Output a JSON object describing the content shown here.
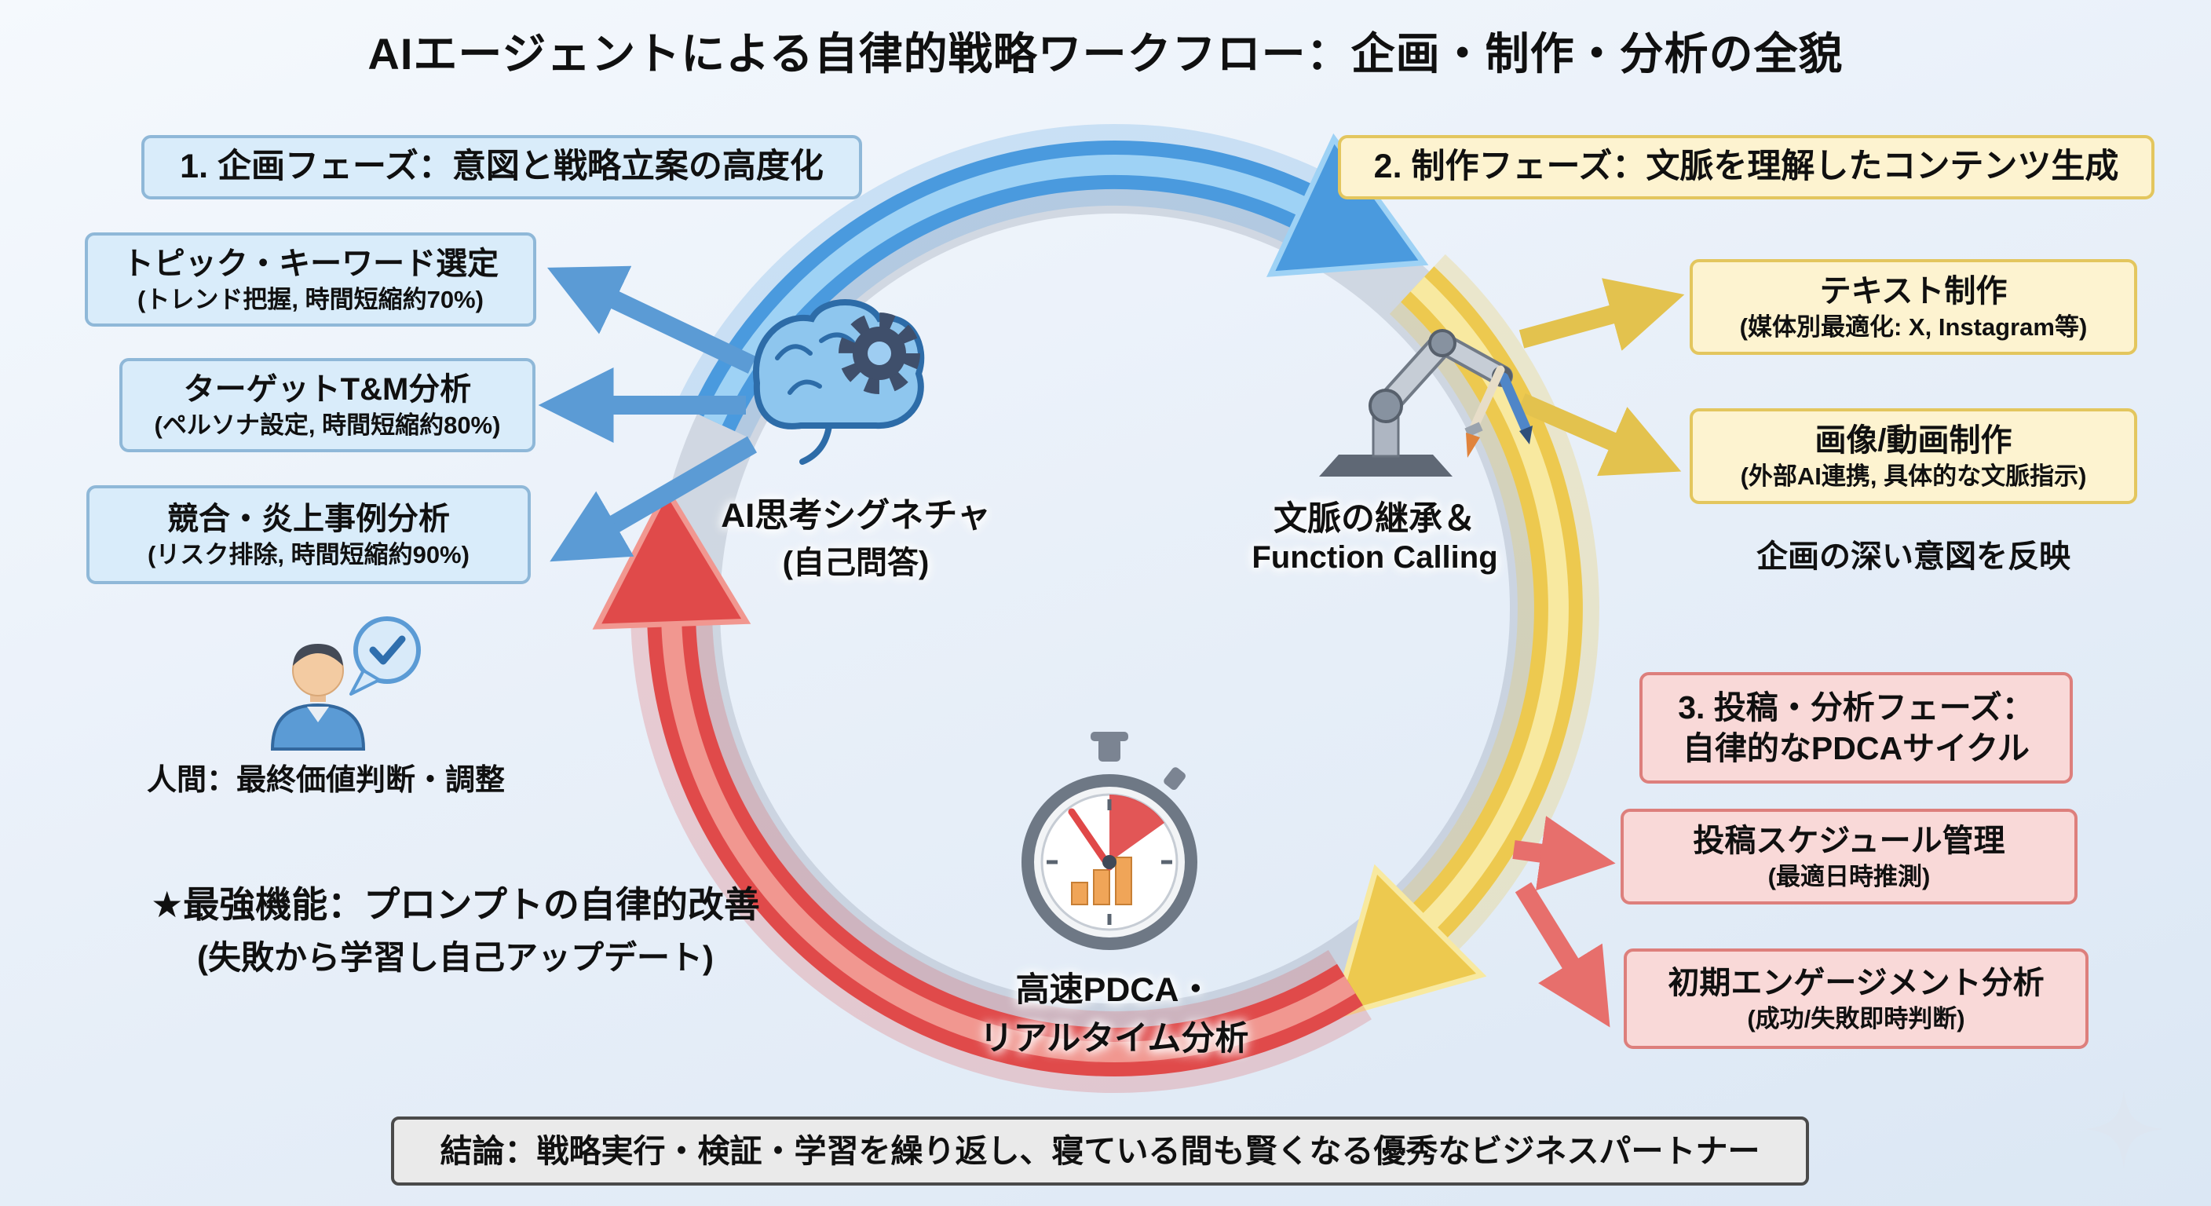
{
  "title": "AIエージェントによる自律的戦略ワークフロー：企画・制作・分析の全貌",
  "phase1": {
    "header": "1. 企画フェーズ：意図と戦略立案の高度化",
    "boxes": [
      {
        "title": "トピック・キーワード選定",
        "subtitle": "(トレンド把握, 時間短縮約70%)"
      },
      {
        "title": "ターゲットT&M分析",
        "subtitle": "(ペルソナ設定, 時間短縮約80%)"
      },
      {
        "title": "競合・炎上事例分析",
        "subtitle": "(リスク排除, 時間短縮約90%)"
      }
    ],
    "human_label": "人間：最終価値判断・調整",
    "star_line1": "★最強機能：プロンプトの自律的改善",
    "star_line2": "(失敗から学習し自己アップデート)"
  },
  "phase2": {
    "header": "2. 制作フェーズ：文脈を理解したコンテンツ生成",
    "boxes": [
      {
        "title": "テキスト制作",
        "subtitle": "(媒体別最適化: X, Instagram等)"
      },
      {
        "title": "画像/動画制作",
        "subtitle": "(外部AI連携, 具体的な文脈指示)"
      }
    ],
    "note": "企画の深い意図を反映"
  },
  "phase3": {
    "header_line1": "3. 投稿・分析フェーズ：",
    "header_line2": "自律的なPDCAサイクル",
    "boxes": [
      {
        "title": "投稿スケジュール管理",
        "subtitle": "(最適日時推測)"
      },
      {
        "title": "初期エンゲージメント分析",
        "subtitle": "(成功/失敗即時判断)"
      }
    ]
  },
  "centers": {
    "ai": {
      "line1": "AI思考シグネチャ",
      "line2": "(自己問答)"
    },
    "function": {
      "line1": "文脈の継承＆",
      "line2": "Function Calling"
    },
    "pdca": {
      "line1": "高速PDCA・",
      "line2": "リアルタイム分析"
    }
  },
  "conclusion": "結論：戦略実行・検証・学習を繰り返し、寝ている間も賢くなる優秀なビジネスパートナー",
  "colors": {
    "planning_accent": "#4a9ade",
    "production_accent": "#edc94f",
    "analysis_accent": "#e04a4a",
    "conclusion_bg": "#eaeaea"
  },
  "icons": {
    "ai_core": "brain-gear-icon",
    "production_core": "robot-arm-pen-brush-icon",
    "analysis_core": "stopwatch-chart-icon",
    "human": "human-check-icon",
    "watermark": "sparkle-icon"
  }
}
